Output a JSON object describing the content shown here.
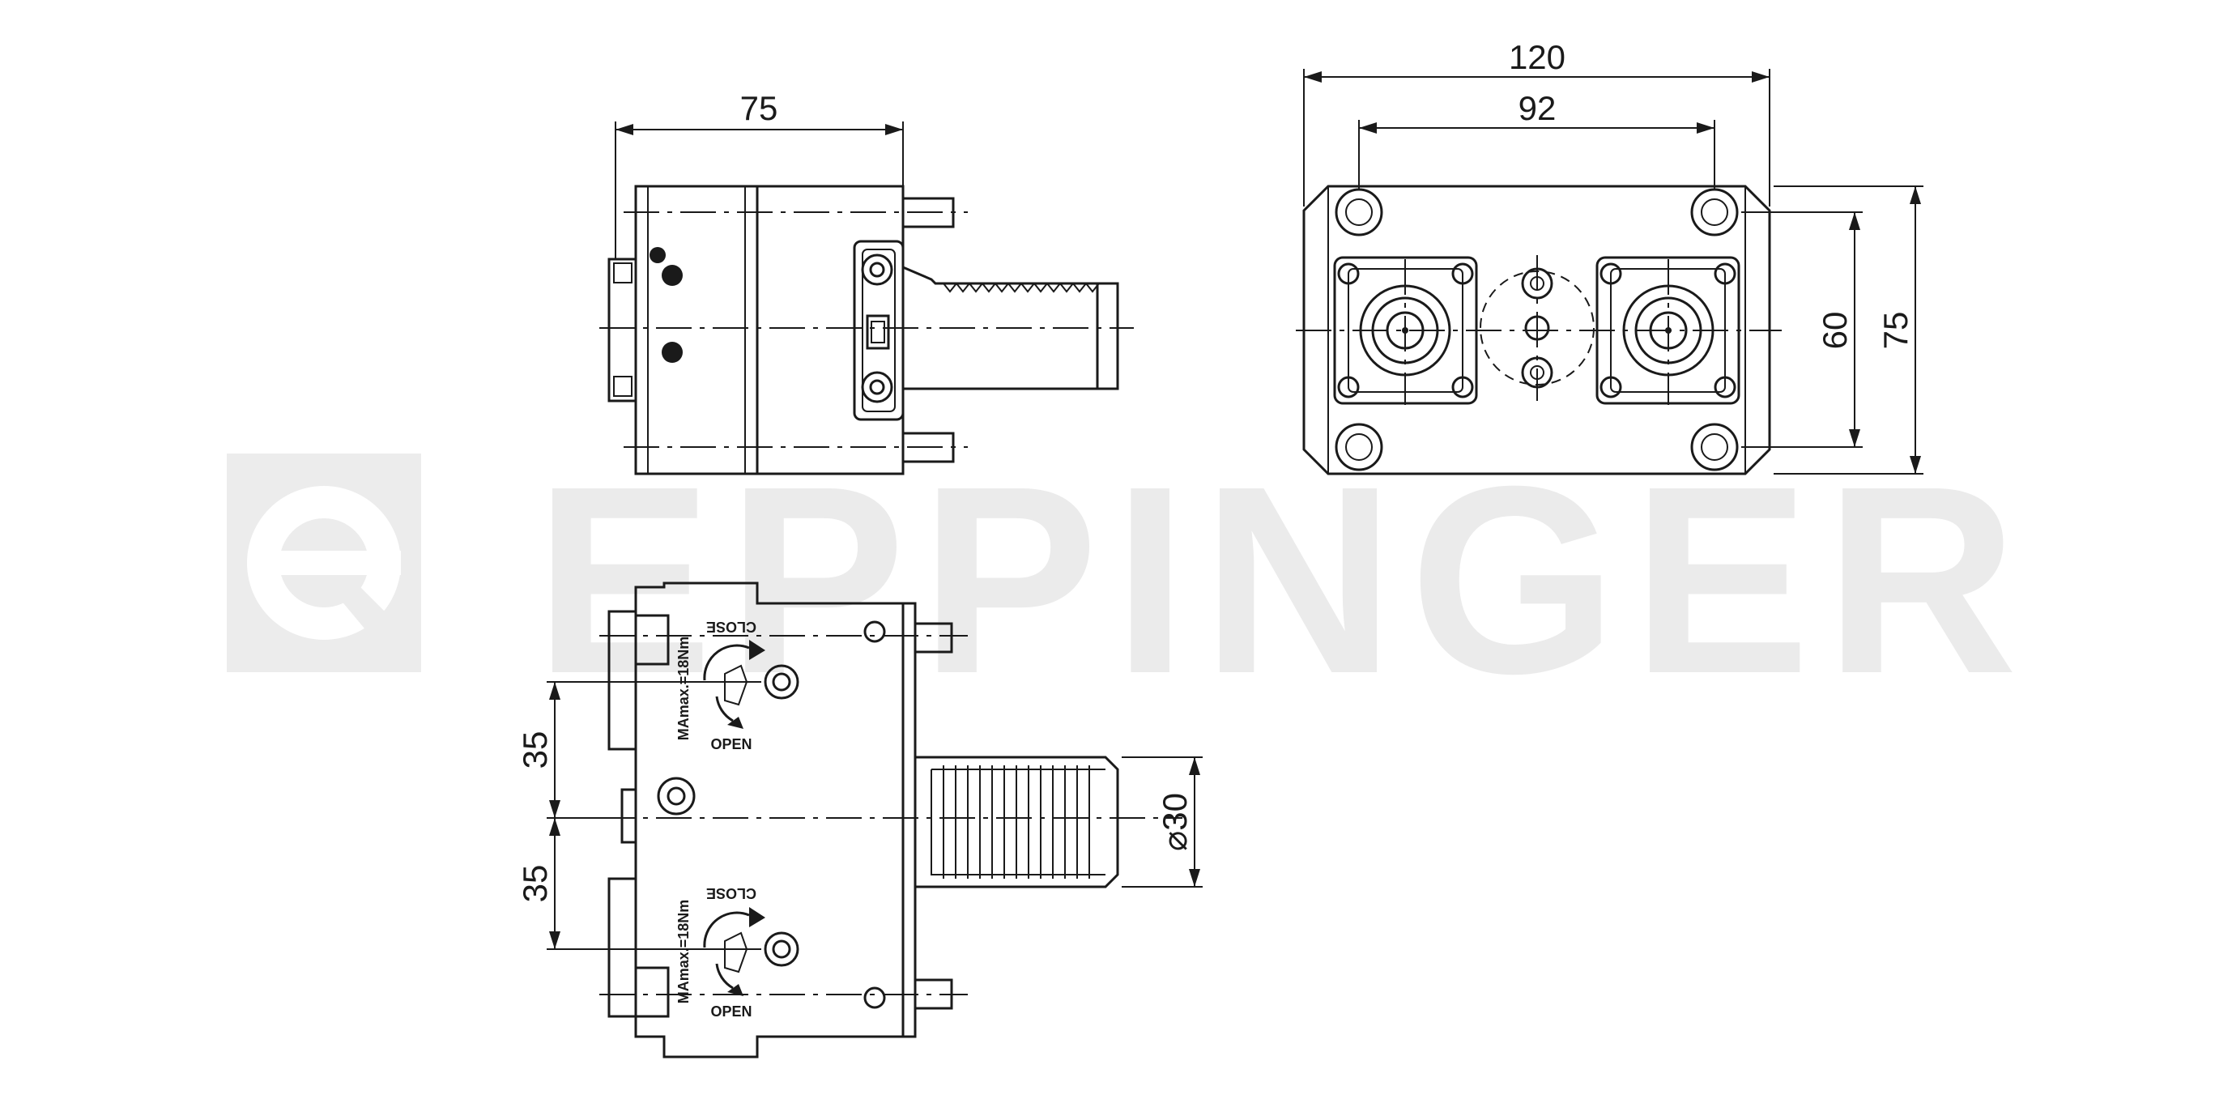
{
  "watermark": {
    "brand": "EPPINGER",
    "logo_icon": "eppinger-e-logo"
  },
  "dimensions": {
    "side_view_width": "75",
    "front_view_width_outer": "120",
    "front_view_width_inner": "92",
    "front_view_height_inner": "60",
    "front_view_height_outer": "75",
    "top_view_spacing_upper": "35",
    "top_view_spacing_lower": "35",
    "shank_diameter": "⌀30"
  },
  "labels": {
    "close_upper": "CLOSE",
    "open_upper": "OPEN",
    "torque_upper": "MAmax.=18Nm",
    "close_lower": "CLOSE",
    "open_lower": "OPEN",
    "torque_lower": "MAmax.=18Nm"
  }
}
